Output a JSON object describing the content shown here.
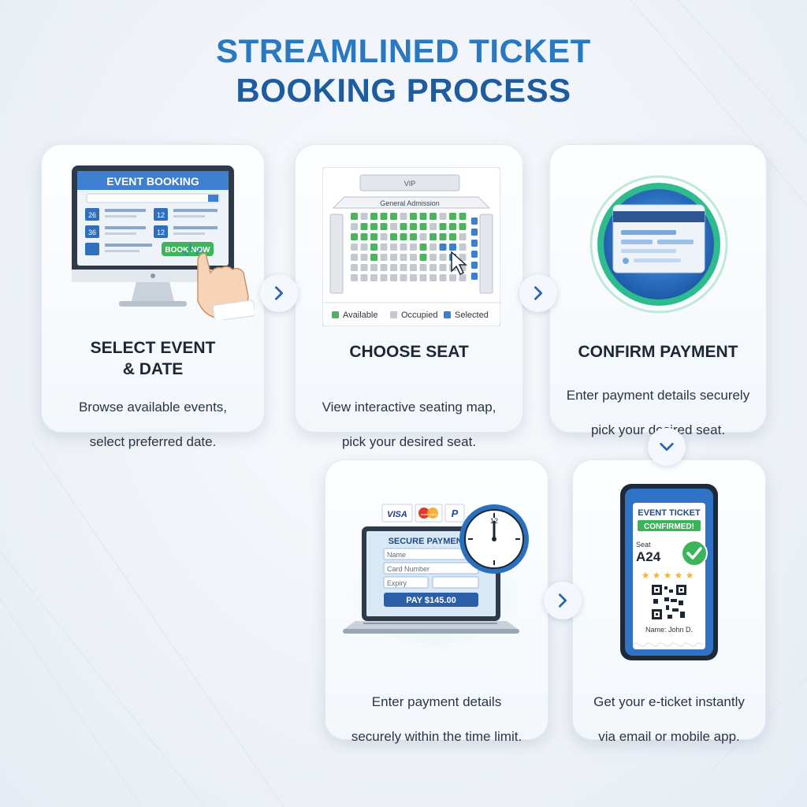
{
  "header": {
    "title_line1": "STREAMLINED TICKET",
    "title_line2": "BOOKING PROCESS"
  },
  "colors": {
    "primary_blue": "#2a79c0",
    "dark_blue": "#1e5c9e",
    "green": "#3cb55a",
    "available": "#4cb35f",
    "occupied": "#c4c9cf",
    "selected": "#3c7fd0"
  },
  "steps": [
    {
      "title": "SELECT EVENT\n& DATE",
      "title_line1": "SELECT EVENT",
      "title_line2": "& DATE",
      "desc_line1": "Browse available events,",
      "desc_line2": "select preferred date.",
      "screen_header": "EVENT BOOKING",
      "book_button": "BOOK NOW",
      "dates": [
        "26",
        "12",
        "36",
        "12"
      ]
    },
    {
      "title": "CHOOSE SEAT",
      "desc_line1": "View interactive seating map,",
      "desc_line2": "pick your desired seat.",
      "vip_label": "VIP",
      "general_label": "General Admission",
      "legend": [
        "Available",
        "Occupied",
        "Selected"
      ]
    },
    {
      "title": "CONFIRM PAYMENT",
      "desc_line1": "Enter payment details securely",
      "desc_line2": "pick your desired seat."
    },
    {
      "desc_line1": "Enter payment details",
      "desc_line2": "securely within the time limit.",
      "form_header": "SECURE PAYMENT",
      "field_name": "Name",
      "field_card": "Card Number",
      "field_expiry": "Expiry",
      "pay_button": "PAY $145.00",
      "brands": [
        "VISA",
        "mastercard",
        "P"
      ]
    },
    {
      "desc_line1": "Get your e-ticket instantly",
      "desc_line2": "via email or mobile app.",
      "ticket_header": "EVENT TICKET",
      "ticket_status": "CONFIRMED!",
      "seat_label": "Seat",
      "seat_value": "A24",
      "name_label": "Name: John D."
    }
  ]
}
